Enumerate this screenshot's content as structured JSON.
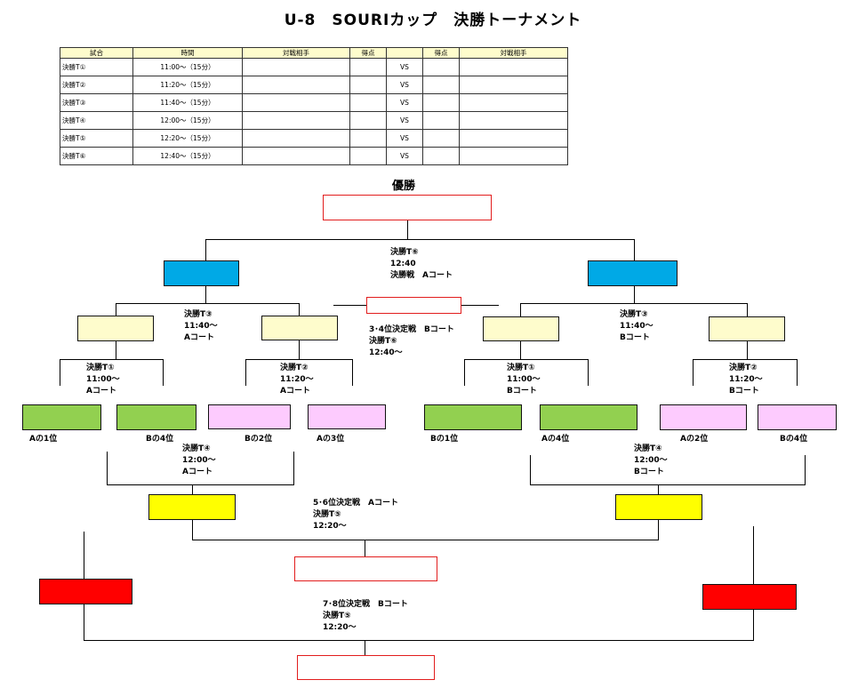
{
  "title": "U-8　SOURIカップ　決勝トーナメント",
  "schedule": {
    "headers": [
      "試合",
      "時間",
      "対戦相手",
      "得点",
      "",
      "得点",
      "対戦相手"
    ],
    "vs": "VS",
    "rows": [
      {
        "match": "決勝T①",
        "time": "11:00～（15分）"
      },
      {
        "match": "決勝T②",
        "time": "11:20～（15分）"
      },
      {
        "match": "決勝T③",
        "time": "11:40～（15分）"
      },
      {
        "match": "決勝T④",
        "time": "12:00～（15分）"
      },
      {
        "match": "決勝T⑤",
        "time": "12:20～（15分）"
      },
      {
        "match": "決勝T⑥",
        "time": "12:40～（15分）"
      }
    ]
  },
  "champion": "優勝",
  "final": {
    "match": "決勝T⑥",
    "time": "12:40",
    "label": "決勝戦　Aコート"
  },
  "third": {
    "label": "3･4位決定戦　Bコート",
    "match": "決勝T⑥",
    "time": "12:40～"
  },
  "left": {
    "semi": {
      "match": "決勝T③",
      "time": "11:40～",
      "court": "Aコート"
    },
    "q1": {
      "match": "決勝T①",
      "time": "11:00～",
      "court": "Aコート"
    },
    "q2": {
      "match": "決勝T②",
      "time": "11:20～",
      "court": "Aコート"
    },
    "t4": {
      "match": "決勝T④",
      "time": "12:00～",
      "court": "Aコート"
    },
    "seeds": [
      "Aの1位",
      "Bの4位",
      "Bの2位",
      "Aの3位"
    ]
  },
  "right": {
    "semi": {
      "match": "決勝T③",
      "time": "11:40～",
      "court": "Bコート"
    },
    "q1": {
      "match": "決勝T①",
      "time": "11:00～",
      "court": "Bコート"
    },
    "q2": {
      "match": "決勝T②",
      "time": "11:20～",
      "court": "Bコート"
    },
    "t4": {
      "match": "決勝T④",
      "time": "12:00～",
      "court": "Bコート"
    },
    "seeds": [
      "Bの1位",
      "Aの4位",
      "Aの2位",
      "Bの4位"
    ]
  },
  "fifth": {
    "label": "5･6位決定戦　Aコート",
    "match": "決勝T⑤",
    "time": "12:20～"
  },
  "seventh": {
    "label": "7･8位決定戦　Bコート",
    "match": "決勝T⑤",
    "time": "12:20～"
  },
  "colors": {
    "winner_border": "#e21d1d",
    "final_box": "#00a9e6",
    "semi_box": "#fefccc",
    "group_a_seed": "#92d050",
    "group_b_seed": "#fdcbfe",
    "fifth_box": "#ffff00",
    "seventh_box": "#ff0000"
  }
}
